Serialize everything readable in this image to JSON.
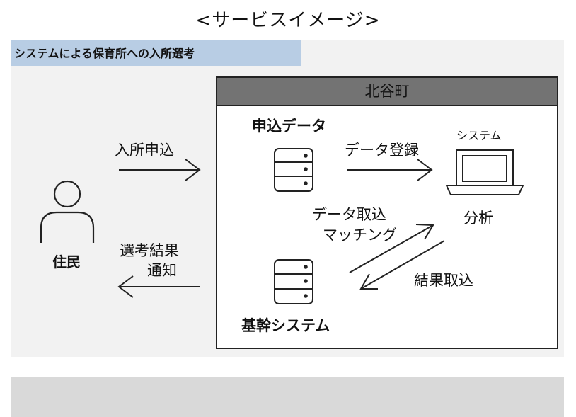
{
  "title": "<サービスイメージ>",
  "panel": {
    "header": "システムによる保育所への入所選考",
    "org_label": "北谷町"
  },
  "labels": {
    "resident": "住民",
    "application_request": "入所申込",
    "selection_result_line1": "選考結果",
    "selection_result_line2": "通知",
    "application_data": "申込データ",
    "data_registration": "データ登録",
    "system": "システム",
    "analysis": "分析",
    "data_import_line1": "データ取込",
    "data_import_line2": "マッチング",
    "result_import": "結果取込",
    "core_system": "基幹システム"
  },
  "icons": {
    "resident": "person-icon",
    "application_db": "database-icon",
    "core_db": "database-icon",
    "system": "laptop-icon"
  }
}
